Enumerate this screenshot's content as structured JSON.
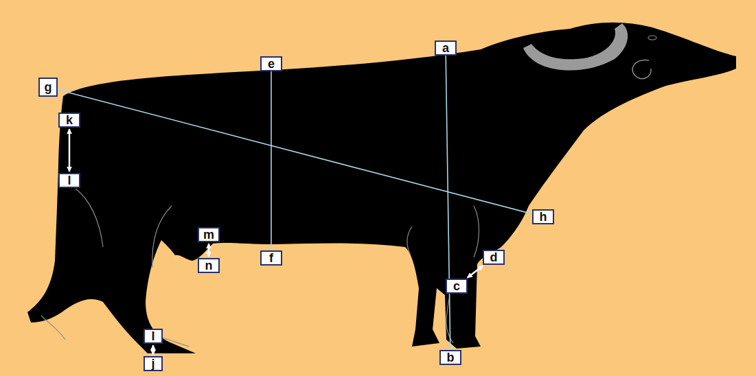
{
  "diagram": {
    "nodes": [
      {
        "text": [
          "a"
        ]
      },
      {
        "text": [
          "e"
        ]
      },
      {
        "text": [
          "g"
        ]
      },
      {
        "text": [
          "k"
        ]
      },
      {
        "text": [
          "l"
        ]
      },
      {
        "text": [
          "h"
        ]
      },
      {
        "text": [
          "m"
        ]
      },
      {
        "text": [
          "f"
        ]
      },
      {
        "text": [
          "n"
        ]
      },
      {
        "text": [
          "d"
        ]
      },
      {
        "text": [
          "c"
        ]
      },
      {
        "text": [
          "l"
        ]
      },
      {
        "text": [
          "j"
        ]
      },
      {
        "text": [
          "b"
        ]
      }
    ],
    "edges": [
      {
        "from": 0,
        "to": 13,
        "arrow": "none"
      },
      {
        "from": 1,
        "to": 7,
        "arrow": "none"
      },
      {
        "from": 2,
        "to": 5,
        "arrow": "none"
      },
      {
        "from": 3,
        "to": 4,
        "arrow": "both"
      },
      {
        "from": 6,
        "to": 8,
        "arrow": "both"
      },
      {
        "from": 10,
        "to": 9,
        "arrow": "both"
      },
      {
        "from": 11,
        "to": 12,
        "arrow": "both"
      }
    ]
  }
}
